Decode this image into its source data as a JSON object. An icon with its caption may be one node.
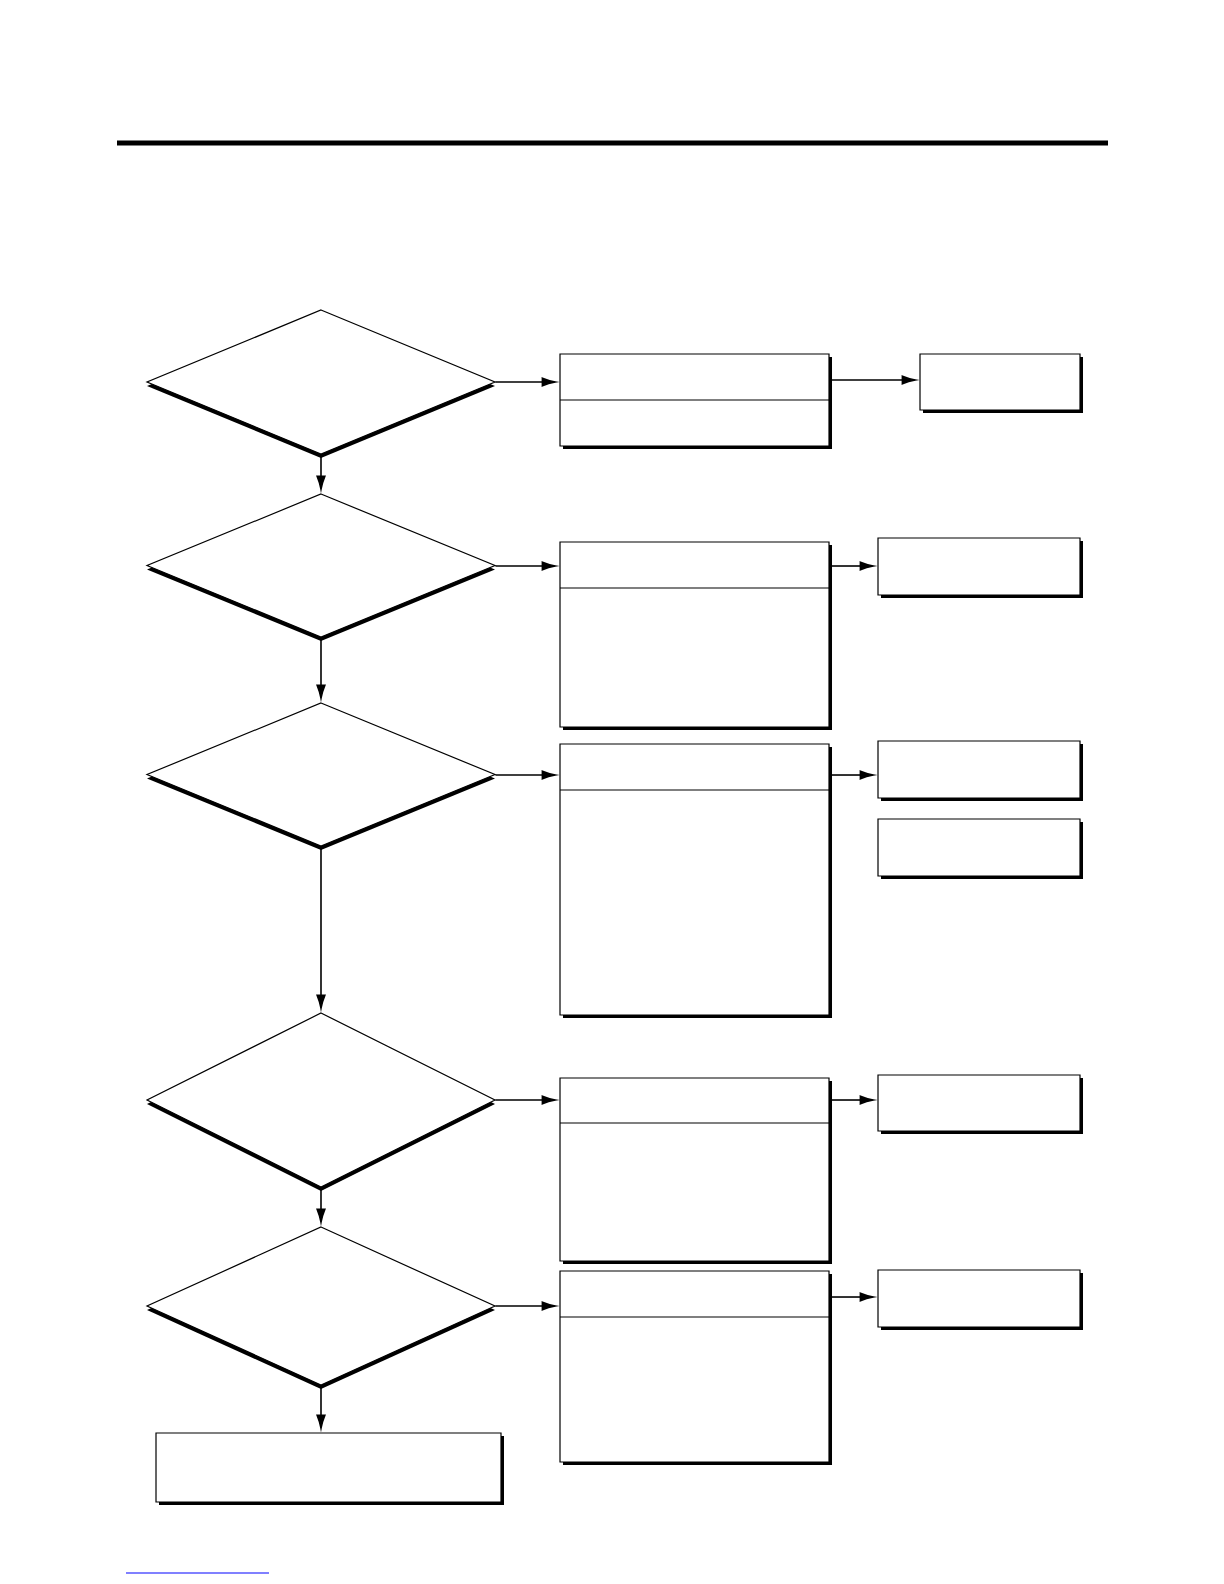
{
  "diagram": {
    "nodes": [
      {
        "text": [],
        "shape": "diamond"
      },
      {
        "text": [],
        "shape": "box"
      },
      {
        "text": [],
        "shape": "box"
      },
      {
        "text": [],
        "shape": "diamond"
      },
      {
        "text": [],
        "shape": "box"
      },
      {
        "text": [],
        "shape": "box"
      },
      {
        "text": [],
        "shape": "diamond"
      },
      {
        "text": [],
        "shape": "box"
      },
      {
        "text": [],
        "shape": "box"
      },
      {
        "text": [],
        "shape": "box"
      },
      {
        "text": [],
        "shape": "diamond"
      },
      {
        "text": [],
        "shape": "box"
      },
      {
        "text": [],
        "shape": "box"
      },
      {
        "text": [],
        "shape": "diamond"
      },
      {
        "text": [],
        "shape": "box"
      },
      {
        "text": [],
        "shape": "box"
      },
      {
        "text": [],
        "shape": "box"
      }
    ],
    "edges": [
      {
        "from": 0,
        "to": 1,
        "arrow": "to"
      },
      {
        "from": 1,
        "to": 2,
        "arrow": "to"
      },
      {
        "from": 0,
        "to": 3,
        "arrow": "to"
      },
      {
        "from": 3,
        "to": 4,
        "arrow": "to"
      },
      {
        "from": 4,
        "to": 5,
        "arrow": "to"
      },
      {
        "from": 3,
        "to": 6,
        "arrow": "to"
      },
      {
        "from": 6,
        "to": 7,
        "arrow": "to"
      },
      {
        "from": 7,
        "to": 8,
        "arrow": "to"
      },
      {
        "from": 6,
        "to": 10,
        "arrow": "to"
      },
      {
        "from": 10,
        "to": 11,
        "arrow": "to"
      },
      {
        "from": 11,
        "to": 12,
        "arrow": "to"
      },
      {
        "from": 10,
        "to": 13,
        "arrow": "to"
      },
      {
        "from": 13,
        "to": 14,
        "arrow": "to"
      },
      {
        "from": 14,
        "to": 15,
        "arrow": "to"
      },
      {
        "from": 13,
        "to": 16,
        "arrow": "to"
      }
    ]
  }
}
